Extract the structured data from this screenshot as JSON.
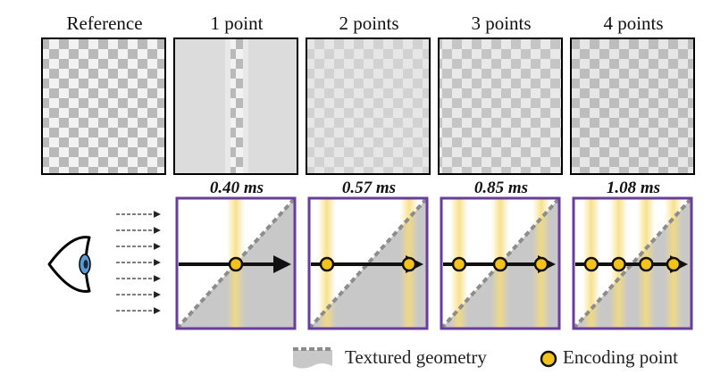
{
  "columns": [
    {
      "label": "Reference",
      "timing": ""
    },
    {
      "label": "1 point",
      "timing": "0.40 ms",
      "points": 1
    },
    {
      "label": "2 points",
      "timing": "0.57 ms",
      "points": 2
    },
    {
      "label": "3 points",
      "timing": "0.85 ms",
      "points": 3
    },
    {
      "label": "4 points",
      "timing": "1.08 ms",
      "points": 4
    }
  ],
  "legend": {
    "textured_geometry": "Textured geometry",
    "encoding_point": "Encoding point"
  },
  "colors": {
    "frame_purple": "#6a3d9a",
    "encoding_fill": "#f3c21b",
    "band_yellow": "#f6dc7a",
    "geometry_gray": "#c8c8c8"
  },
  "icons": {
    "eye": "eye-icon",
    "rays": "dashed-arrows"
  }
}
